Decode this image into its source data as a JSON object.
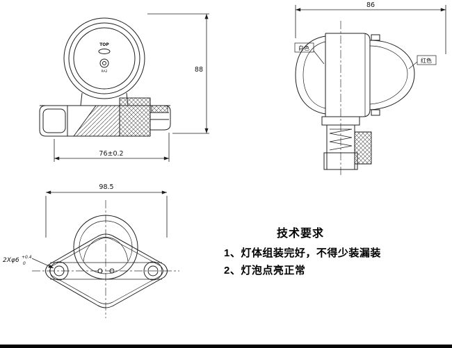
{
  "meta": {
    "background": "#ffffff",
    "line_color": "#1c1c1c"
  },
  "front_view": {
    "top_label": "TOP",
    "bulb_marking": "RA2",
    "dim_width": "76±0.2",
    "dim_height": "88"
  },
  "side_view": {
    "dim_width": "86",
    "label_white": "白色",
    "label_red": "红色"
  },
  "top_view": {
    "dim_width": "98.5",
    "hole_callout_base": "2Xφ6",
    "hole_callout_tol_upper": "+0.4",
    "hole_callout_tol_lower": "0"
  },
  "tech_requirements": {
    "title": "技术要求",
    "items": [
      "1、灯体组装完好，不得少装漏装",
      "2、灯泡点亮正常"
    ]
  }
}
